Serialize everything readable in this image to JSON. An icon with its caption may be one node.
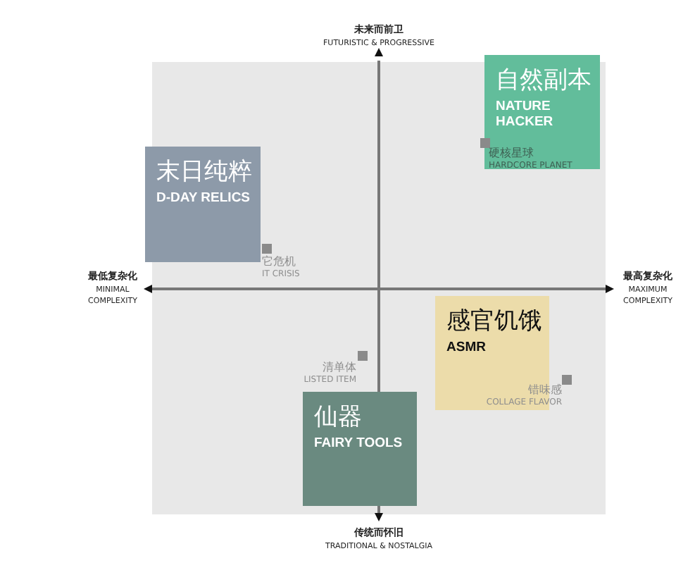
{
  "diagram": {
    "nodes": [
      {
        "text": [
          "自然副本",
          "NATURE HACKER"
        ]
      },
      {
        "text": [
          "末日纯粹",
          "D-DAY RELICS"
        ]
      },
      {
        "text": [
          "感官饥饿",
          "ASMR"
        ]
      },
      {
        "text": [
          "仙器",
          "FAIRY TOOLS"
        ]
      },
      {
        "text": [],
        "shape": "box",
        "beside": [
          "硬核星球",
          "HARDCORE PLANET"
        ]
      },
      {
        "text": [],
        "shape": "box",
        "beside": [
          "它危机",
          "IT CRISIS"
        ]
      },
      {
        "text": [],
        "shape": "box",
        "beside": [
          "清单体",
          "LISTED ITEM"
        ]
      },
      {
        "text": [],
        "shape": "box",
        "beside": [
          "错味感",
          "COLLAGE FLAVOR"
        ]
      }
    ],
    "labels": [
      "未来而前卫",
      "FUTURISTIC & PROGRESSIVE",
      "最低复杂化",
      "MINIMAL COMPLEXITY",
      "最高复杂化",
      "MAXIMUM COMPLEXITY",
      "传统而怀旧",
      "TRADITIONAL & NOSTALGIA"
    ]
  }
}
